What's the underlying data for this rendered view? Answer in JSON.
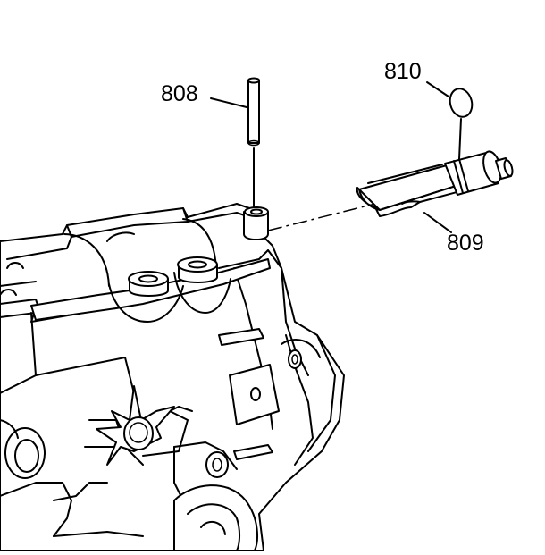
{
  "diagram": {
    "callouts": [
      {
        "id": "808",
        "label": "808"
      },
      {
        "id": "809",
        "label": "809"
      },
      {
        "id": "810",
        "label": "810"
      }
    ]
  }
}
